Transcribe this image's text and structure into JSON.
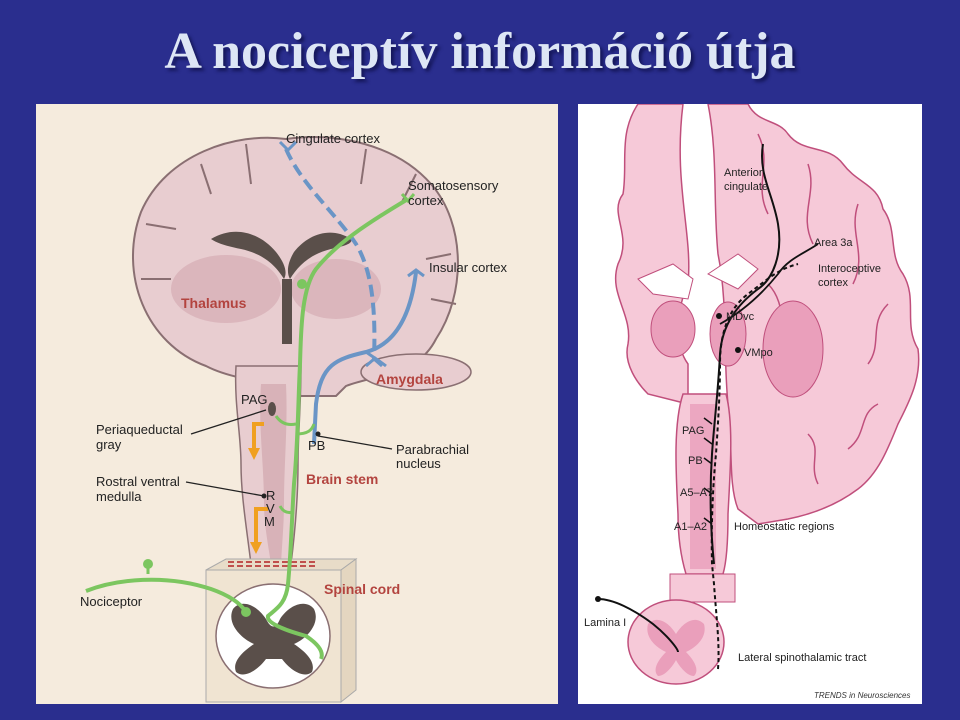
{
  "slide": {
    "title": "A nociceptív információ útja"
  },
  "left_diagram": {
    "labels": {
      "cingulate": "Cingulate cortex",
      "somato_1": "Somatosensory",
      "somato_2": "cortex",
      "insular": "Insular cortex",
      "thalamus": "Thalamus",
      "amygdala": "Amygdala",
      "pag": "PAG",
      "peri_1": "Periaqueductal",
      "peri_2": "gray",
      "pb": "PB",
      "parabrachial_1": "Parabrachial",
      "parabrachial_2": "nucleus",
      "brainstem": "Brain stem",
      "rostral_1": "Rostral ventral",
      "rostral_2": "medulla",
      "rvm_r": "R",
      "rvm_v": "V",
      "rvm_m": "M",
      "spinal": "Spinal cord",
      "nociceptor": "Nociceptor"
    },
    "colors": {
      "brain": "#e8cdd0",
      "gray_matter": "#5a4f4a",
      "green_path": "#7cc660",
      "blue_path": "#6a95c6",
      "orange_path": "#f0a020",
      "label_red": "#b3443f"
    }
  },
  "right_diagram": {
    "labels": {
      "anterior_1": "Anterior",
      "anterior_2": "cingulate",
      "area3a": "Area 3a",
      "intero_1": "Interoceptive",
      "intero_2": "cortex",
      "mdvc": "MDvc",
      "vmpo": "VMpo",
      "pag": "PAG",
      "pb": "PB",
      "a5a7": "A5–A7",
      "a1a2": "A1–A2",
      "homeostatic": "Homeostatic regions",
      "lamina": "Lamina I",
      "lateral_tract": "Lateral spinothalamic tract",
      "credit": "TRENDS in Neurosciences"
    },
    "colors": {
      "tissue": "#f6c9d8",
      "tissue_dark": "#ea9fbb",
      "pathway": "#111111"
    }
  }
}
